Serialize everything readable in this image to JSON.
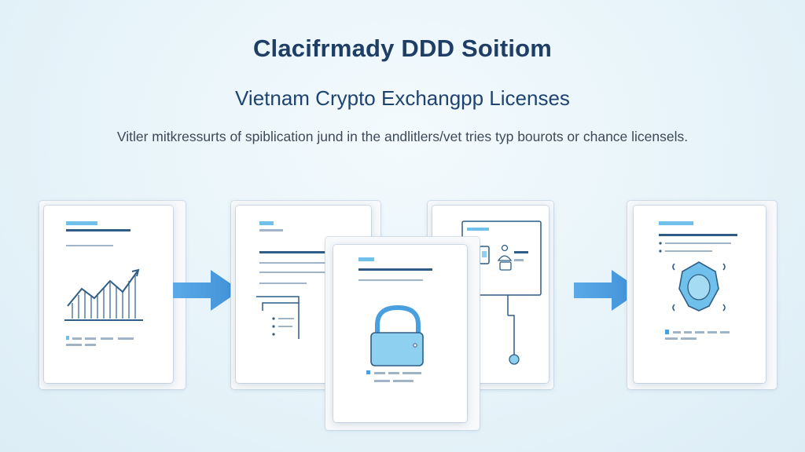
{
  "header": {
    "title": "Clacifrmady DDD Soitiom",
    "subtitle": "Vietnam Crypto Exchangpp Licenses",
    "description": "Vitler mitkressurts of spiblication jund in the andlitlers/vet tries typ bourots or chance licensels."
  },
  "colors": {
    "background": "#e8f4f9",
    "title": "#1e3e66",
    "accent_blue": "#4a9fe0",
    "icon_fill": "#8dd0ef",
    "line_dark": "#2f5d86"
  },
  "documents": [
    {
      "icon": "growth-chart-icon"
    },
    {
      "icon": "form-fields-icon"
    },
    {
      "icon": "padlock-icon"
    },
    {
      "icon": "circuit-monitor-icon"
    },
    {
      "icon": "shield-badge-icon"
    }
  ],
  "arrows": [
    "arrow-right-icon",
    "arrow-right-icon"
  ]
}
